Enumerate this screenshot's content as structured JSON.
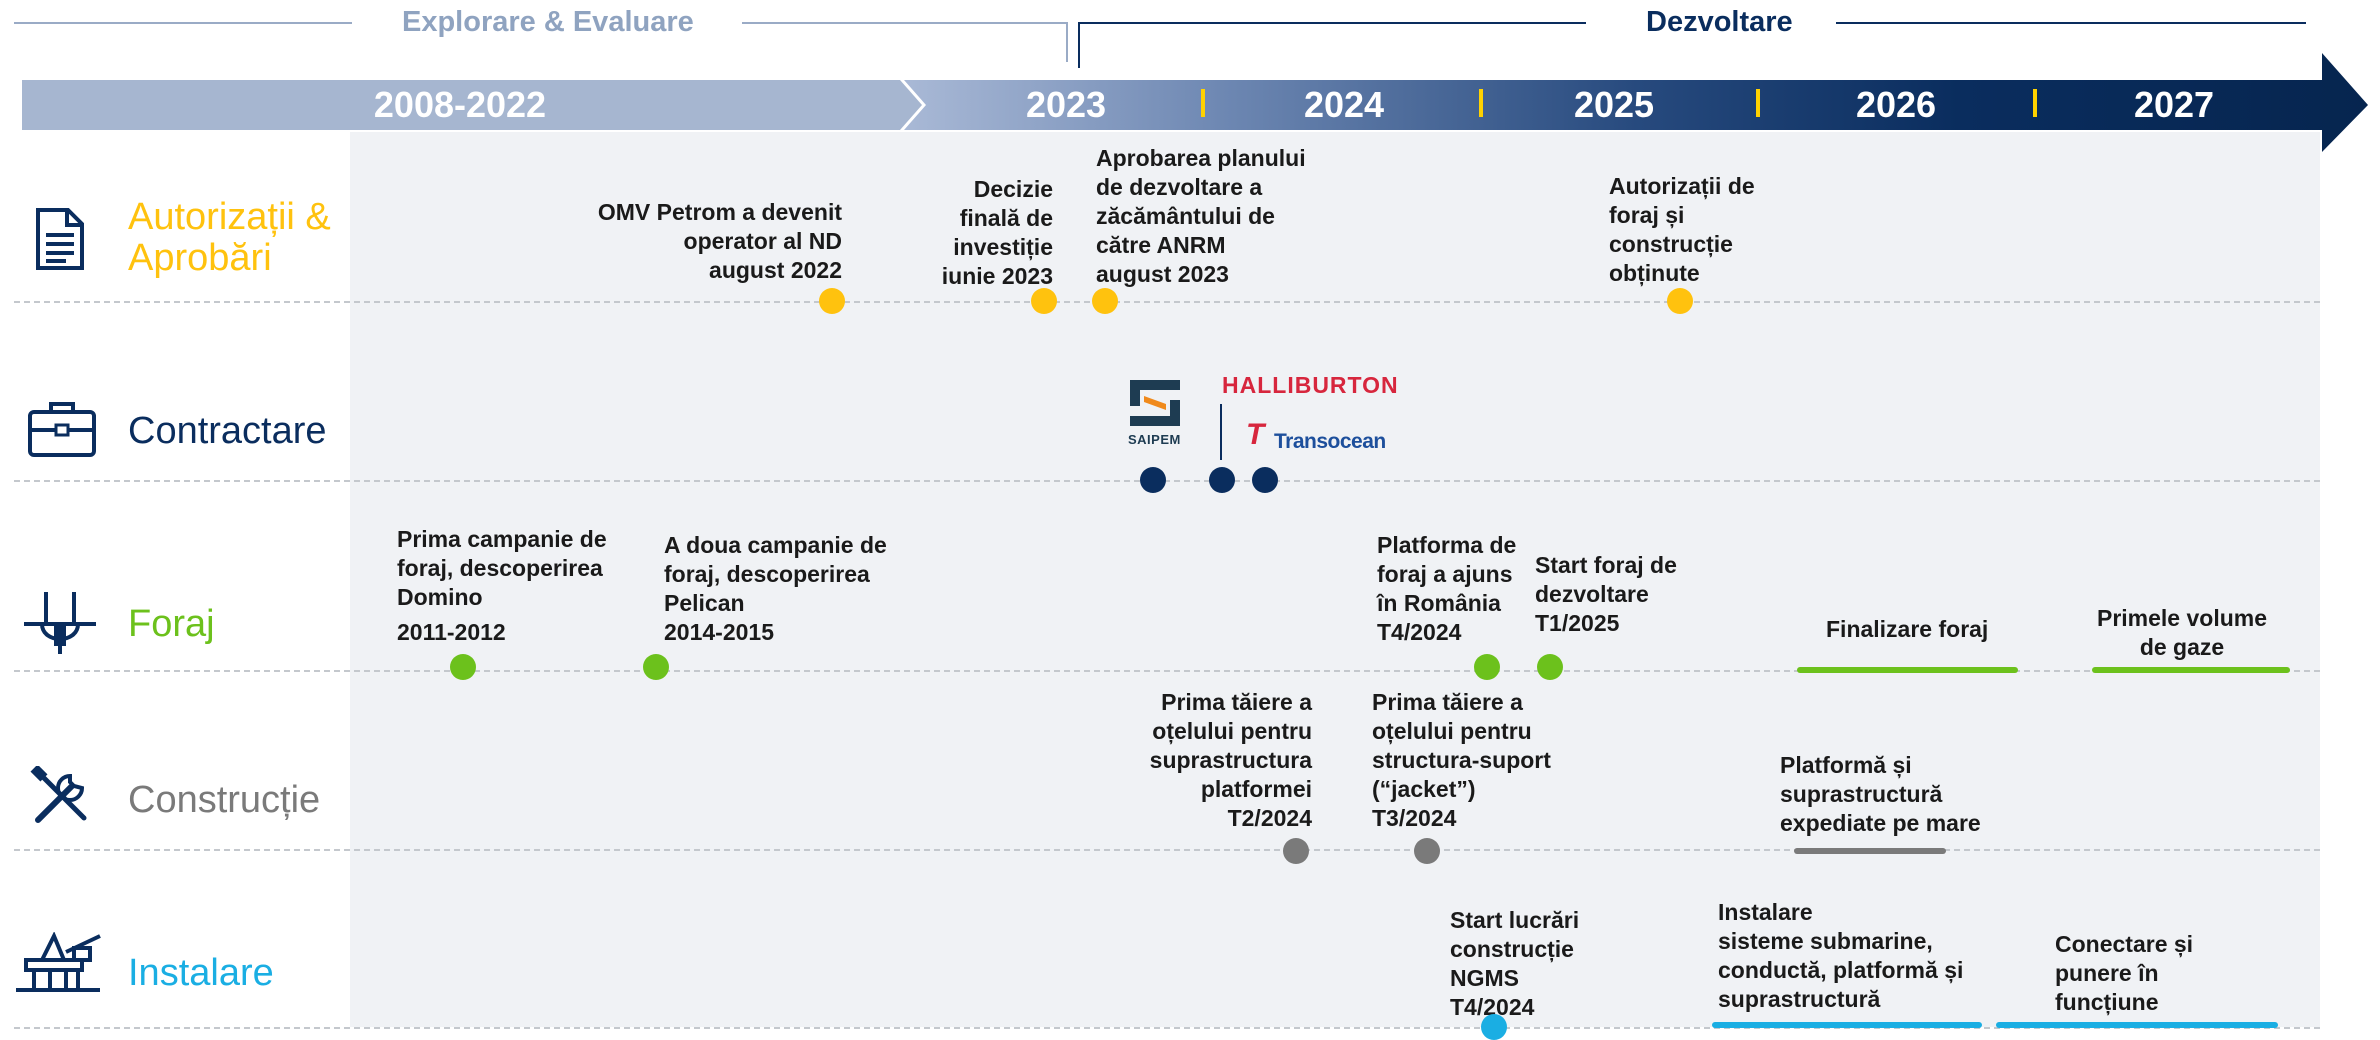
{
  "phases": {
    "explore": "Explorare & Evaluare",
    "develop": "Dezvoltare"
  },
  "years": [
    "2008-2022",
    "2023",
    "2024",
    "2025",
    "2026",
    "2027"
  ],
  "rows": {
    "authorizations": "Autorizații &\nAprobări",
    "contracting": "Contractare",
    "drilling": "Foraj",
    "construction": "Construcție",
    "installation": "Instalare"
  },
  "row_colors": {
    "authorizations": "#ffc20e",
    "contracting": "#0a2d5e",
    "drilling": "#6cc11c",
    "construction": "#7a7a7a",
    "installation": "#1aaee3"
  },
  "icons": {
    "authorizations": "document-icon",
    "contracting": "briefcase-icon",
    "drilling": "drill-rig-icon",
    "construction": "tools-icon",
    "installation": "platform-icon"
  },
  "events": {
    "auth_operator": "OMV Petrom a devenit\noperator al ND\naugust 2022",
    "auth_fid": "Decizie\nfinală de\ninvestiție\niunie 2023",
    "auth_plan": "Aprobarea planului\nde dezvoltare a\nzăcământului de\ncătre ANRM\naugust 2023",
    "auth_permits": "Autorizații de\nforaj și\nconstrucție\nobținute",
    "drill_first": "Prima campanie de\nforaj, descoperirea\nDomino",
    "drill_first_date": "2011-2012",
    "drill_second": "A doua campanie de\nforaj, descoperirea\nPelican\n2014-2015",
    "drill_rig_arrived": "Platforma de\nforaj a ajuns\nîn România\nT4/2024",
    "drill_start": "Start foraj de\ndezvoltare\nT1/2025",
    "drill_finish": "Finalizare foraj",
    "drill_first_gas": "Primele volume\nde gaze",
    "cons_topside": "Prima tăiere a\noțelului pentru\nsuprastructura\nplatformei\nT2/2024",
    "cons_jacket": "Prima tăiere a\noțelului pentru\nstructura-suport\n(“jacket”)\nT3/2024",
    "cons_shipped": "Platformă și\nsuprastructură\nexpediate pe mare",
    "inst_ngms": "Start lucrări\nconstrucție\nNGMS\nT4/2024",
    "inst_subsea": "Instalare\nsisteme submarine,\nconductă, platformă și\nsuprastructură",
    "inst_connect": "Conectare și\npunere în\nfuncțiune"
  },
  "logos": {
    "saipem": "SAIPEM",
    "halliburton": "HALLIBURTON",
    "transocean": "Transocean"
  }
}
